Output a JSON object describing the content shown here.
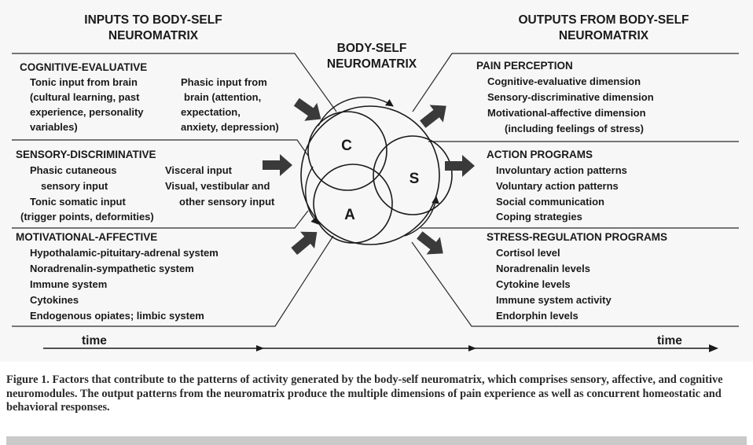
{
  "diagram": {
    "inputs_header": [
      "INPUTS TO BODY-SELF",
      "NEUROMATRIX"
    ],
    "outputs_header": [
      "OUTPUTS FROM BODY-SELF",
      "NEUROMATRIX"
    ],
    "center_title": [
      "BODY-SELF",
      "NEUROMATRIX"
    ],
    "circle_labels": {
      "c": "C",
      "s": "S",
      "a": "A"
    },
    "time_label_left": "time",
    "time_label_right": "time",
    "inputs": {
      "cognitive": {
        "title": "COGNITIVE-EVALUATIVE",
        "left": [
          "Tonic input from brain",
          "(cultural learning, past",
          "experience, personality",
          "variables)"
        ],
        "right": [
          "Phasic input from",
          "brain (attention,",
          "expectation,",
          "anxiety, depression)"
        ]
      },
      "sensory": {
        "title": "SENSORY-DISCRIMINATIVE",
        "left": [
          "Phasic cutaneous",
          "sensory input",
          "Tonic somatic input",
          "(trigger points, deformities)"
        ],
        "right": [
          "Visceral input",
          "Visual, vestibular and",
          "other sensory input"
        ]
      },
      "motivational": {
        "title": "MOTIVATIONAL-AFFECTIVE",
        "items": [
          "Hypothalamic-pituitary-adrenal system",
          "Noradrenalin-sympathetic system",
          "Immune system",
          "Cytokines",
          "Endogenous opiates; limbic system"
        ]
      }
    },
    "outputs": {
      "pain": {
        "title": "PAIN PERCEPTION",
        "items": [
          "Cognitive-evaluative dimension",
          "Sensory-discriminative dimension",
          "Motivational-affective dimension",
          "(including feelings of stress)"
        ]
      },
      "action": {
        "title": "ACTION PROGRAMS",
        "items": [
          "Involuntary action patterns",
          "Voluntary action patterns",
          "Social communication",
          "Coping strategies"
        ]
      },
      "stress": {
        "title": "STRESS-REGULATION PROGRAMS",
        "items": [
          "Cortisol level",
          "Noradrenalin levels",
          "Cytokine levels",
          "Immune system activity",
          "Endorphin levels"
        ]
      }
    }
  },
  "caption": "Figure 1. Factors that contribute to the patterns of activity generated by the body-self neuromatrix, which comprises sensory, affective, and cognitive neuromodules. The output patterns from the neuromatrix produce the multiple dimensions of pain experience as well as concurrent homeostatic and behavioral responses."
}
